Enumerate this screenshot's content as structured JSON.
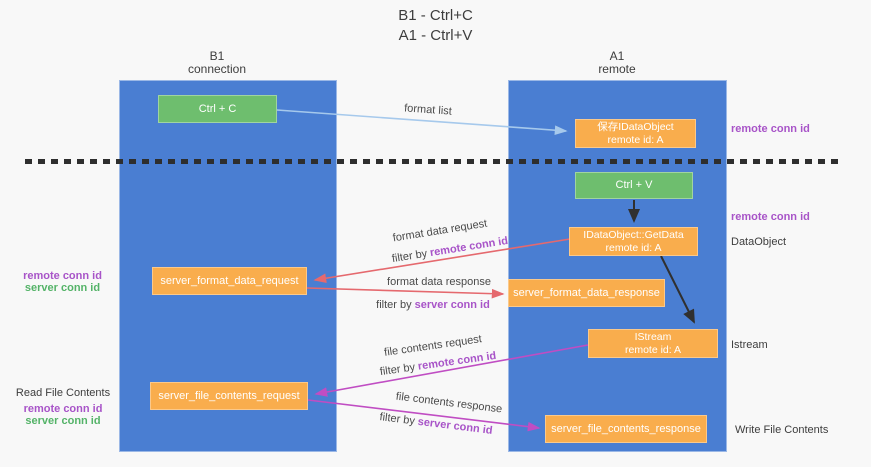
{
  "title": {
    "line1": "B1 - Ctrl+C",
    "line2": "A1 - Ctrl+V"
  },
  "lanes": {
    "left": {
      "name": "B1",
      "subtitle": "connection"
    },
    "right": {
      "name": "A1",
      "subtitle": "remote"
    }
  },
  "nodes": {
    "ctrl_c": {
      "label": "Ctrl + C"
    },
    "save_dataobject": {
      "line1": "保存IDataObject",
      "line2": "remote id: A"
    },
    "ctrl_v": {
      "label": "Ctrl + V"
    },
    "getdata": {
      "line1": "IDataObject::GetData",
      "line2": "remote id: A"
    },
    "server_format_data_request": {
      "label": "server_format_data_request"
    },
    "server_format_data_response": {
      "label": "server_format_data_response"
    },
    "istream": {
      "line1": "IStream",
      "line2": "remote id: A"
    },
    "server_file_contents_request": {
      "label": "server_file_contents_request"
    },
    "server_file_contents_response": {
      "label": "server_file_contents_response"
    }
  },
  "arrow_labels": {
    "format_list": "format list",
    "format_data_request": "format data request",
    "format_data_response": "format data response",
    "file_contents_request": "file contents request",
    "file_contents_response": "file contents response",
    "filter_by": "filter by",
    "remote_conn_id": "remote conn id",
    "server_conn_id": "server conn id"
  },
  "side_labels": {
    "right_remote_conn_id_top": "remote conn id",
    "right_remote_conn_id_mid": "remote conn id",
    "dataobject": "DataObject",
    "istream": "Istream",
    "write_file_contents": "Write File Contents",
    "left_remote_conn_id_top": "remote conn id",
    "left_server_conn_id_top": "server conn id",
    "read_file_contents": "Read File Contents",
    "left_remote_conn_id_bottom": "remote conn id",
    "left_server_conn_id_bottom": "server conn id"
  },
  "colors": {
    "background": "#f8f8f8",
    "lane_blue": "#4a7ed2",
    "node_green": "#6ebe6e",
    "node_orange": "#f9ad4d",
    "arrow_lightblue": "#a6c9ec",
    "arrow_red": "#e5696e",
    "arrow_magenta": "#c04dc3",
    "arrow_black": "#303030",
    "text_dark": "#3d3d3d",
    "text_purple": "#a854c8",
    "text_green": "#54b368"
  }
}
